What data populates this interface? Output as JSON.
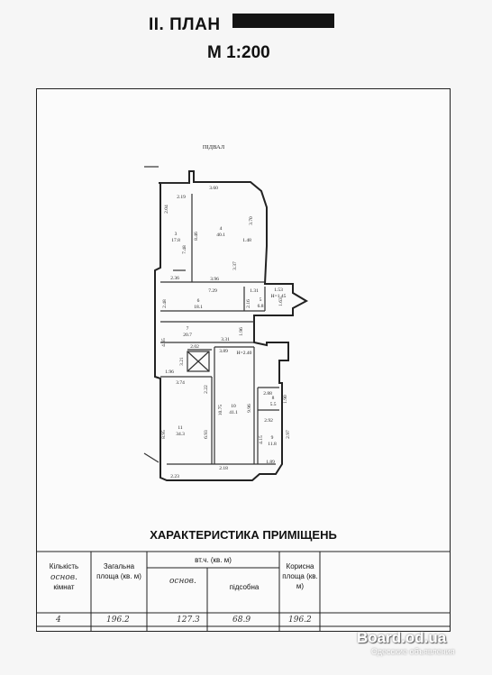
{
  "header": {
    "title": "II. ПЛАН",
    "scale": "М 1:200"
  },
  "plan": {
    "level_label": "ПІДВАЛ",
    "rooms": [
      {
        "num": "3",
        "area": "17.8"
      },
      {
        "num": "4",
        "area": "40.1"
      },
      {
        "num": "5",
        "area": "6.8"
      },
      {
        "num": "6",
        "area": "18.1"
      },
      {
        "num": "7",
        "area": "20.7"
      },
      {
        "num": "8",
        "area": "5.5"
      },
      {
        "num": "9",
        "area": "11.8"
      },
      {
        "num": "10",
        "area": "41.1"
      },
      {
        "num": "11",
        "area": "34.3"
      }
    ],
    "dims": {
      "d_3_60": "3.60",
      "d_2_19": "2.19",
      "d_2_04": "2.04",
      "d_8_46": "8.46",
      "d_3_70": "3.70",
      "d_1_48": "1.48",
      "d_7_48": "7.48",
      "d_3_37": "3.37",
      "d_2_36": "2.36",
      "d_3_96": "3.96",
      "d_7_29": "7.29",
      "d_1_31": "1.31",
      "d_1_53": "1.53",
      "d_h145": "H=1.45",
      "d_2_48": "2.48",
      "d_2_16": "2.16",
      "d_1_63": "1.63",
      "d_1_96v": "1.96",
      "d_4_65": "4.65",
      "d_3_31": "3.31",
      "d_2_02": "2.02",
      "d_3_89": "3.89",
      "d_h240": "H=2.40",
      "d_3_21": "3.21",
      "d_1_96": "1.96",
      "d_3_74": "3.74",
      "d_2_22": "2.22",
      "d_10_75": "10.75",
      "d_9_96": "9.96",
      "d_8_95": "8.95",
      "d_6_93": "6.93",
      "d_2_88": "2.88",
      "d_1_90": "1.90",
      "d_2_92": "2.92",
      "d_4_15": "4.15",
      "d_2_97": "2.97",
      "d_2_23": "2.23",
      "d_2_18": "2.18",
      "d_1_89": "1.89"
    }
  },
  "characteristics": {
    "title": "ХАРАКТЕРИСТИКА ПРИМІЩЕНЬ",
    "col_rooms_line1": "Кількість",
    "col_rooms_hand": "основ.",
    "col_rooms_line3": "кімнат",
    "col_total": "Загальна площа (кв. м)",
    "col_incl": "вт.ч. (кв. м)",
    "col_main_hand": "основ.",
    "col_aux": "підсобна",
    "col_useful": "Корисна площа (кв. м)",
    "row": {
      "rooms": "4",
      "total": "196.2",
      "main": "127.3",
      "aux": "68.9",
      "useful": "196.2"
    }
  },
  "watermark": {
    "text": "Board.od.ua",
    "subtext": "Одесские объявления"
  }
}
